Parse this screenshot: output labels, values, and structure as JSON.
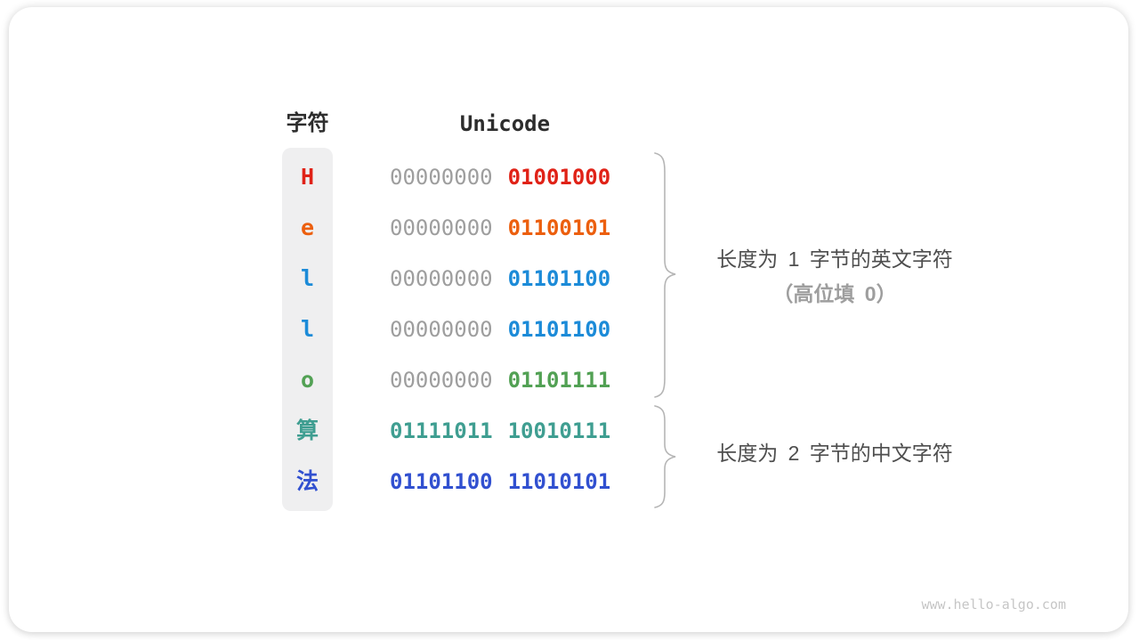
{
  "diagram": {
    "headers": {
      "char": "字符",
      "unicode": "Unicode"
    },
    "rows": [
      {
        "char": "H",
        "byte1": "00000000",
        "byte2": "01001000",
        "color": "#e02217",
        "byte1_colored": false
      },
      {
        "char": "e",
        "byte1": "00000000",
        "byte2": "01100101",
        "color": "#ec5f0e",
        "byte1_colored": false
      },
      {
        "char": "l",
        "byte1": "00000000",
        "byte2": "01101100",
        "color": "#1c8bd8",
        "byte1_colored": false
      },
      {
        "char": "l",
        "byte1": "00000000",
        "byte2": "01101100",
        "color": "#1c8bd8",
        "byte1_colored": false
      },
      {
        "char": "o",
        "byte1": "00000000",
        "byte2": "01101111",
        "color": "#52a154",
        "byte1_colored": false
      },
      {
        "char": "算",
        "byte1": "01111011",
        "byte2": "10010111",
        "color": "#3f9e91",
        "byte1_colored": true
      },
      {
        "char": "法",
        "byte1": "01101100",
        "byte2": "11010101",
        "color": "#3150d0",
        "byte1_colored": true
      }
    ],
    "annotations": [
      {
        "line1": "长度为 1 字节的英文字符",
        "line2": "（高位填 0）"
      },
      {
        "line1": "长度为 2 字节的中文字符",
        "line2": ""
      }
    ],
    "watermark": "www.hello-algo.com"
  },
  "colors": {
    "gray_byte": "#9e9e9e",
    "header_text": "#2d2d2d",
    "annotation_dark": "#4e4e4e",
    "annotation_light": "#9e9e9e",
    "brace": "#b5b5b5",
    "char_column_bg": "#efeff0",
    "watermark": "#c6c6c6"
  }
}
